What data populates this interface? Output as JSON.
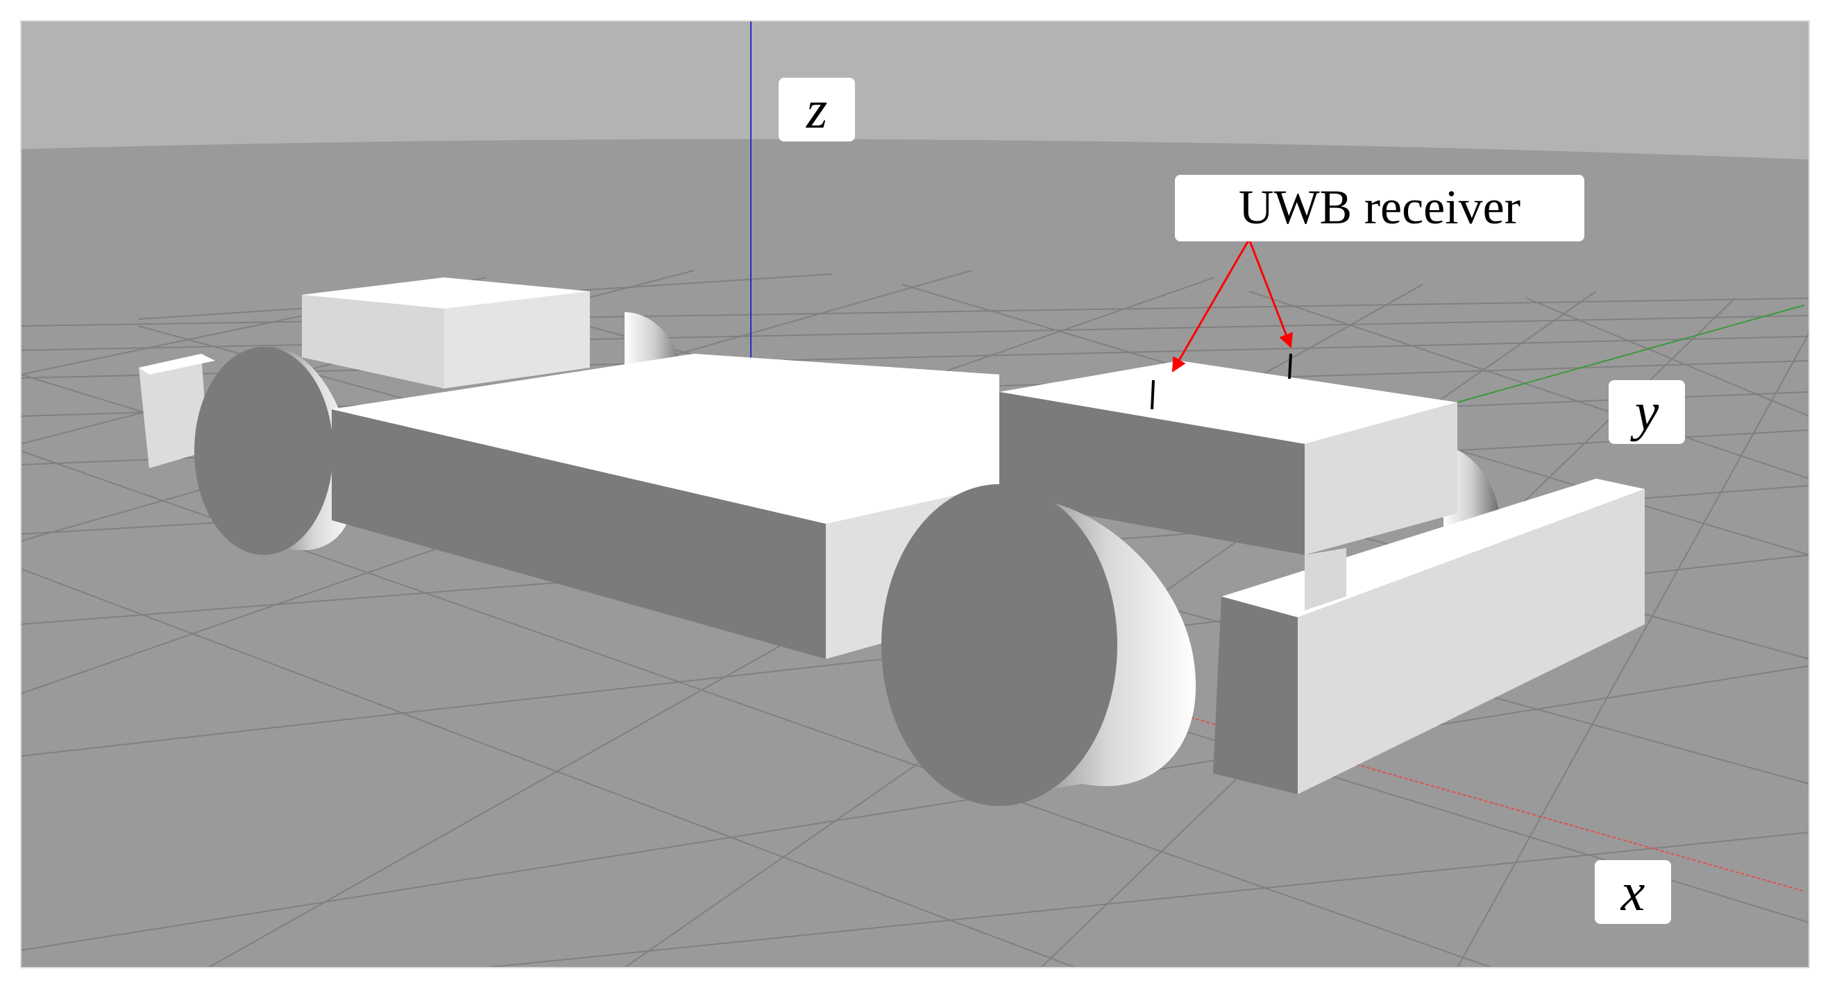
{
  "annotation": {
    "text": "UWB receiver",
    "arrow_color": "#ff0000"
  },
  "axes": {
    "x": {
      "label": "x",
      "color": "#e05050"
    },
    "y": {
      "label": "y",
      "color": "#3a9a3a"
    },
    "z": {
      "label": "z",
      "color": "#2a2acc"
    }
  },
  "colors": {
    "sky": "#b3b3b3",
    "ground": "#9a9a9a",
    "grid": "#7f7f7f",
    "body_top": "#ffffff",
    "body_light": "#dcdcdc",
    "body_dark": "#7a7a7a"
  }
}
